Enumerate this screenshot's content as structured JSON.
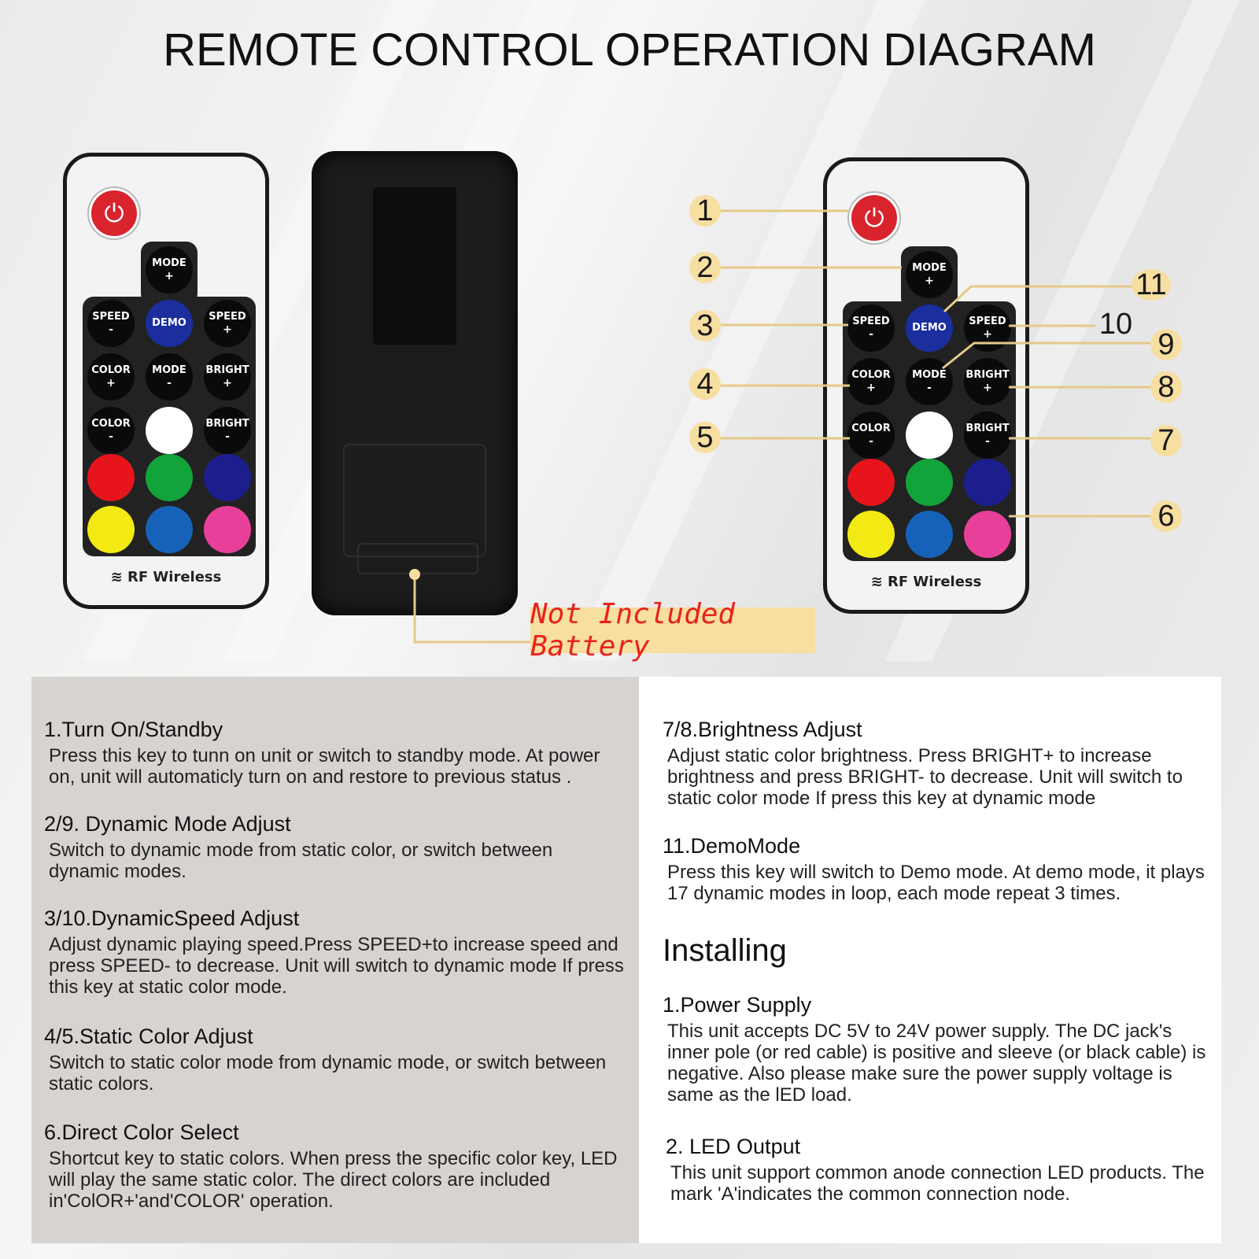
{
  "title": "REMOTE CONTROL OPERATION DIAGRAM",
  "remote": {
    "buttons": {
      "mode_plus": [
        "MODE",
        "+"
      ],
      "speed_minus": [
        "SPEED",
        "-"
      ],
      "demo": [
        "DEMO"
      ],
      "speed_plus": [
        "SPEED",
        "+"
      ],
      "color_plus": [
        "COLOR",
        "+"
      ],
      "mode_minus": [
        "MODE",
        "-"
      ],
      "bright_plus": [
        "BRIGHT",
        "+"
      ],
      "color_minus": [
        "COLOR",
        "-"
      ],
      "bright_minus": [
        "BRIGHT",
        "-"
      ]
    },
    "color_keys": [
      "#ffffff",
      "#e8141c",
      "#12a33a",
      "#1b1e8c",
      "#f2ea12",
      "#1662b8",
      "#e8409a"
    ],
    "rf_label": "RF Wireless",
    "power_color": "#d9232d"
  },
  "battery_label": "Not Included Battery",
  "callouts": [
    "1",
    "2",
    "3",
    "4",
    "5",
    "6",
    "7",
    "8",
    "9",
    "10",
    "11"
  ],
  "left_sections": [
    {
      "title": "1.Turn On/Standby",
      "body": "Press this key to tunn on unit or switch to standby mode. At power on, unit will automaticly turn on and restore to previous status ."
    },
    {
      "title": "2/9. Dynamic Mode Adjust",
      "body": "Switch to dynamic mode from static color, or switch between dynamic modes."
    },
    {
      "title": "3/10.DynamicSpeed Adjust",
      "body": "Adjust dynamic playing speed.Press SPEED+to increase speed and press SPEED- to decrease. Unit will switch to dynamic mode If press this key at static color mode."
    },
    {
      "title": "4/5.Static Color Adjust",
      "body": "Switch to static color mode from dynamic mode, or switch between static colors."
    },
    {
      "title": "6.Direct Color Select",
      "body": "Shortcut key to static colors. When press the specific color key, LED will play the same static color. The direct colors are included in'ColOR+'and'COLOR' operation."
    }
  ],
  "right_sections": [
    {
      "title": "7/8.Brightness Adjust",
      "body": "Adjust static color brightness. Press BRIGHT+ to increase brightness and press BRIGHT- to decrease. Unit will switch to static color mode If press this key at dynamic mode"
    },
    {
      "title": "11.DemoMode",
      "body": "Press this key will switch to Demo mode. At demo mode, it plays 17 dynamic modes in loop, each mode repeat 3 times."
    }
  ],
  "installing_title": "Installing",
  "install_sections": [
    {
      "title": "1.Power Supply",
      "body": "This unit accepts DC 5V to 24V power supply. The DC jack's inner pole (or red cable) is positive and sleeve (or black cable) is negative. Also please make sure the power supply voltage is same as the lED load."
    },
    {
      "title": "2. LED Output",
      "body": "This unit support common anode connection LED products. The mark 'A'indicates the common connection node."
    }
  ],
  "colors": {
    "callout_bg": "#f7dea1",
    "line": "#e5c98a",
    "battery_text": "#e8231b"
  }
}
